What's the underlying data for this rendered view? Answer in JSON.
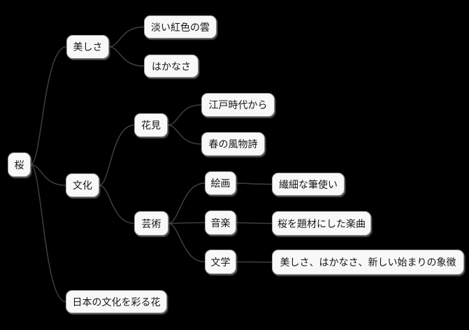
{
  "diagram": {
    "type": "mindmap",
    "topic": "桜"
  },
  "colors": {
    "background": "#000000",
    "node-fill": "#f8f8f8",
    "node-border": "#9b9b9b",
    "node-shadow": "#8a8a8a",
    "edge": "#3f3f3f",
    "text": "#161616"
  },
  "mindmap": {
    "root": {
      "label": "桜",
      "children": [
        {
          "label": "美しさ",
          "children": [
            {
              "label": "淡い紅色の雲"
            },
            {
              "label": "はかなさ"
            }
          ]
        },
        {
          "label": "文化",
          "children": [
            {
              "label": "花見",
              "children": [
                {
                  "label": "江戸時代から"
                },
                {
                  "label": "春の風物詩"
                }
              ]
            },
            {
              "label": "芸術",
              "children": [
                {
                  "label": "絵画",
                  "children": [
                    {
                      "label": "繊細な筆使い"
                    }
                  ]
                },
                {
                  "label": "音楽",
                  "children": [
                    {
                      "label": "桜を題材にした楽曲"
                    }
                  ]
                },
                {
                  "label": "文学",
                  "children": [
                    {
                      "label": "美しさ、はかなさ、新しい始まりの象徴"
                    }
                  ]
                }
              ]
            }
          ]
        },
        {
          "label": "日本の文化を彩る花"
        }
      ]
    }
  }
}
